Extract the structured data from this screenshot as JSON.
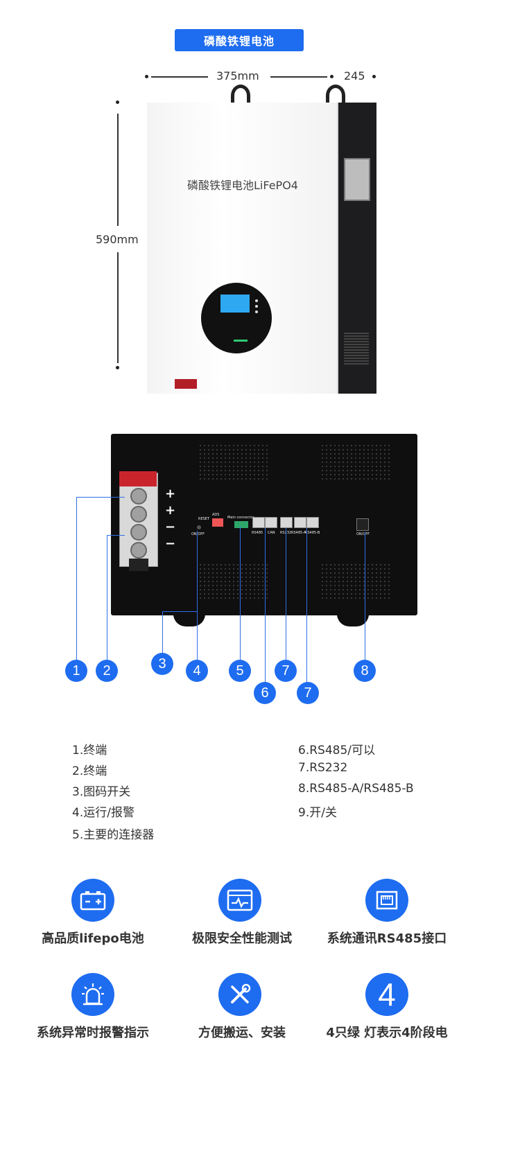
{
  "header": {
    "title": "磷酸铁锂电池"
  },
  "dimensions": {
    "width": "375mm",
    "depth": "245",
    "height": "590mm"
  },
  "product": {
    "label": "磷酸铁锂电池LiFePO4"
  },
  "rear_panel": {
    "reset": "RESET",
    "ads": "ADS",
    "main_connector": "Main  connector",
    "onoff_left": "ON/OFF",
    "onoff_right": "ON/OFF",
    "ports": [
      "RS485",
      "CAN",
      "RS232",
      "RS485-A",
      "RS485-B"
    ],
    "signs": [
      "+",
      "+",
      "−",
      "−"
    ]
  },
  "callouts": [
    "1",
    "2",
    "3",
    "4",
    "5",
    "6",
    "7",
    "7",
    "8"
  ],
  "legend": {
    "left": [
      "1.终端",
      "2.终端",
      "3.图码开关",
      "4.运行/报警",
      "5.主要的连接器"
    ],
    "right": [
      "6.RS485/可以",
      "7.RS232",
      "8.RS485-A/RS485-B",
      "9.开/关"
    ]
  },
  "features": [
    {
      "label": "高品质lifepo电池",
      "icon": "battery-icon"
    },
    {
      "label": "极限安全性能测试",
      "icon": "monitor-pulse-icon"
    },
    {
      "label": "系统通讯RS485接口",
      "icon": "ethernet-port-icon"
    },
    {
      "label": "系统异常时报警指示",
      "icon": "alarm-light-icon"
    },
    {
      "label": "方便搬运、安装",
      "icon": "tools-icon"
    },
    {
      "label": "4只绿 灯表示4阶段电",
      "icon": "number-four-icon",
      "glyph": "4"
    }
  ],
  "colors": {
    "accent": "#1e6cf0",
    "cabinet": "#1d1d1f",
    "terminal_red": "#c9242c",
    "lcd": "#2fa8f2"
  }
}
